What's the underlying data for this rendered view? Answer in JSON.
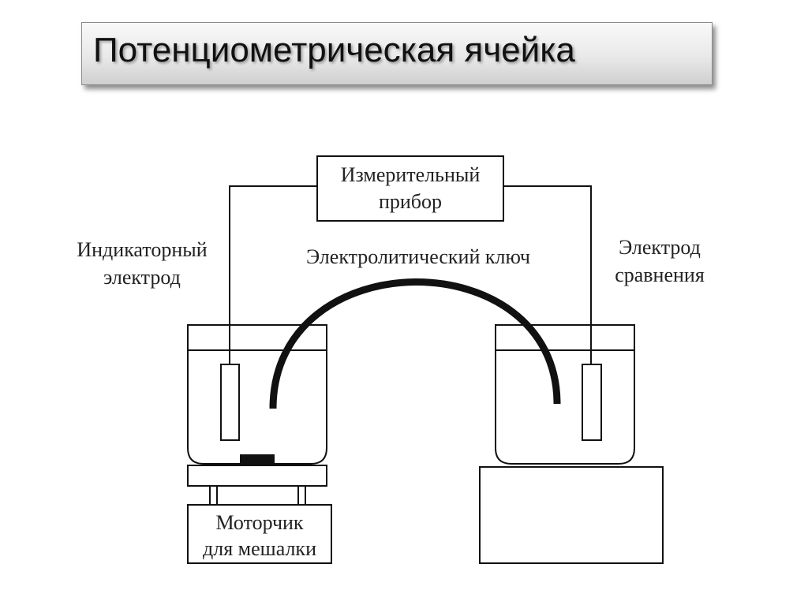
{
  "title": "Потенциометрическая ячейка",
  "labels": {
    "meter_line1": "Измерительный",
    "meter_line2": "прибор",
    "indicator_line1": "Индикаторный",
    "indicator_line2": "электрод",
    "salt_bridge": "Электролитический ключ",
    "reference_line1": "Электрод",
    "reference_line2": "сравнения",
    "motor_line1": "Моторчик",
    "motor_line2": "для мешалки"
  },
  "colors": {
    "line": "#111111",
    "text": "#222222",
    "background": "#ffffff"
  }
}
